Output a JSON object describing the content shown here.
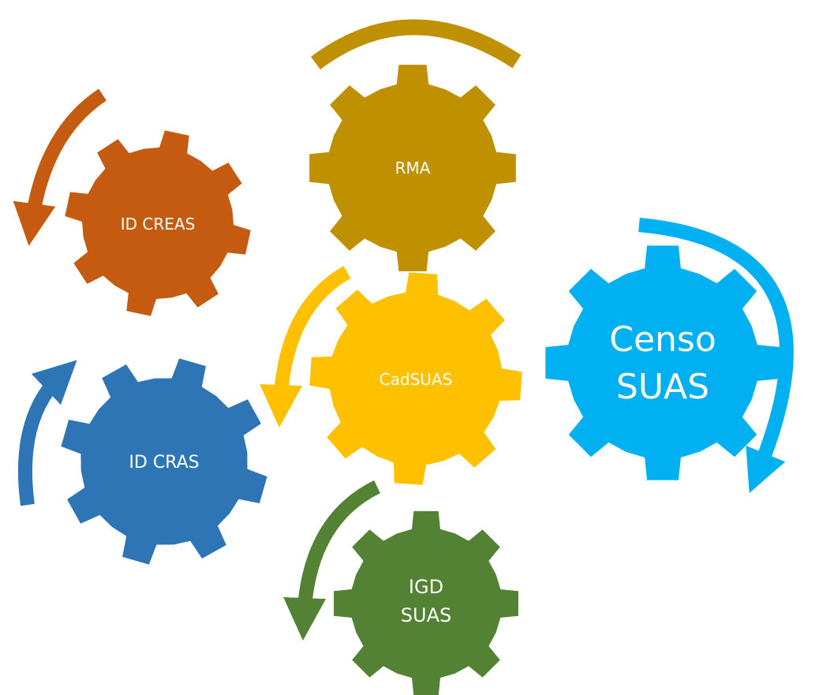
{
  "diagram": {
    "gears": [
      {
        "id": "rma",
        "lines": [
          "RMA"
        ],
        "color": "#BF9000",
        "role": "top"
      },
      {
        "id": "id-creas",
        "lines": [
          "ID CREAS"
        ],
        "color": "#C55A11",
        "role": "left-top"
      },
      {
        "id": "cadsuas",
        "lines": [
          "CadSUAS"
        ],
        "color": "#FFC000",
        "role": "center"
      },
      {
        "id": "censo-suas",
        "lines": [
          "Censo",
          "SUAS"
        ],
        "color": "#00B0F0",
        "role": "right"
      },
      {
        "id": "id-cras",
        "lines": [
          "ID CRAS"
        ],
        "color": "#2E75B6",
        "role": "left-bottom"
      },
      {
        "id": "igd-suas",
        "lines": [
          "IGD",
          "SUAS"
        ],
        "color": "#548235",
        "role": "bottom"
      }
    ]
  }
}
